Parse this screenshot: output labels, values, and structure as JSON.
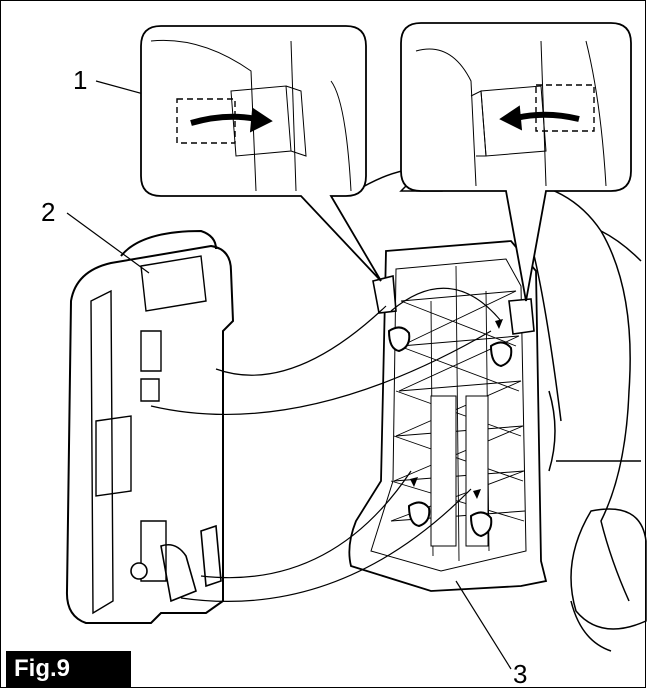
{
  "figure": {
    "tag": "Fig.9",
    "callouts": [
      {
        "id": "1",
        "label": "1"
      },
      {
        "id": "2",
        "label": "2"
      },
      {
        "id": "3",
        "label": "3"
      }
    ],
    "insets": [
      {
        "id": "left",
        "arrow_direction": "right"
      },
      {
        "id": "right",
        "arrow_direction": "left"
      }
    ],
    "colors": {
      "line": "#000000",
      "fill": "#ffffff",
      "tag_bg": "#000000",
      "tag_text": "#ffffff"
    }
  }
}
